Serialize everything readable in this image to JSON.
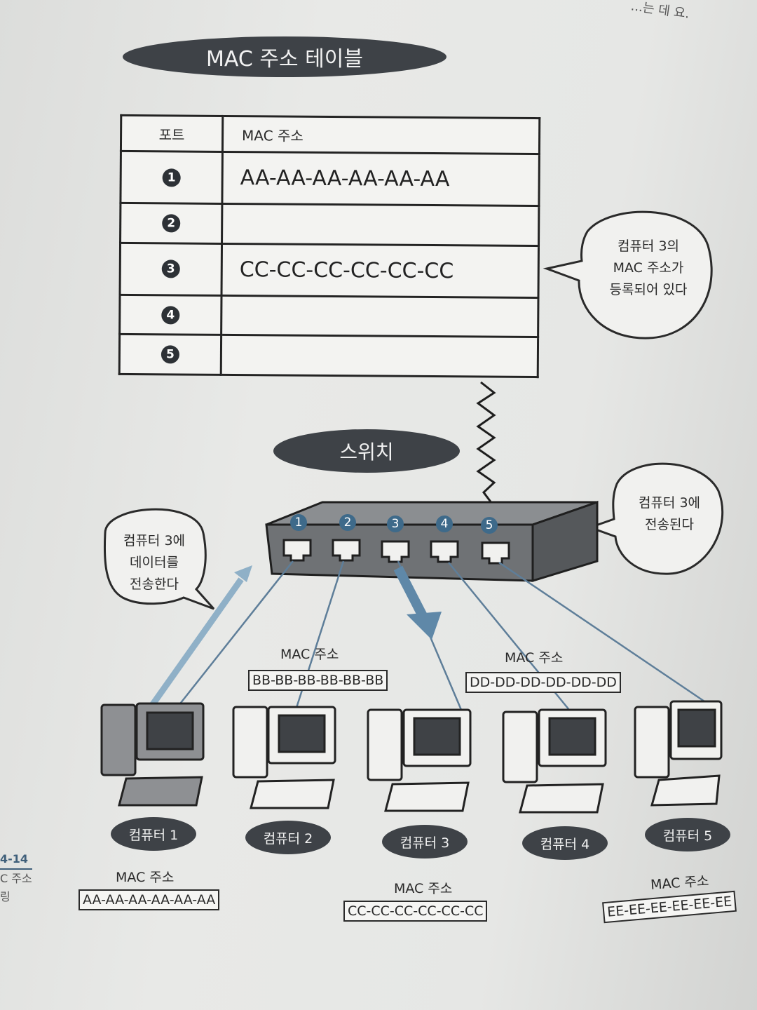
{
  "top_fragment": "...는 데 요.",
  "title": "MAC 주소 테이블",
  "table": {
    "headers": [
      "포트",
      "MAC 주소"
    ],
    "rows": [
      {
        "port": "1",
        "mac": "AA-AA-AA-AA-AA-AA"
      },
      {
        "port": "2",
        "mac": ""
      },
      {
        "port": "3",
        "mac": "CC-CC-CC-CC-CC-CC"
      },
      {
        "port": "4",
        "mac": ""
      },
      {
        "port": "5",
        "mac": ""
      }
    ]
  },
  "bubbles": {
    "registered": [
      "컴퓨터 3의",
      "MAC 주소가",
      "등록되어 있다"
    ],
    "send": [
      "컴퓨터 3에",
      "데이터를",
      "전송한다"
    ],
    "forwarded": [
      "컴퓨터 3에",
      "전송된다"
    ]
  },
  "switch_label": "스위치",
  "switch_ports": [
    "1",
    "2",
    "3",
    "4",
    "5"
  ],
  "mac_label": "MAC 주소",
  "computers": [
    {
      "name": "컴퓨터 1",
      "mac": "AA-AA-AA-AA-AA-AA"
    },
    {
      "name": "컴퓨터 2",
      "mac": "BB-BB-BB-BB-BB-BB"
    },
    {
      "name": "컴퓨터 3",
      "mac": "CC-CC-CC-CC-CC-CC"
    },
    {
      "name": "컴퓨터 4",
      "mac": "DD-DD-DD-DD-DD-DD"
    },
    {
      "name": "컴퓨터 5",
      "mac": "EE-EE-EE-EE-EE-EE"
    }
  ],
  "side_caption": [
    "4-14",
    "C 주소",
    "링"
  ],
  "colors": {
    "pill": "#3e4247",
    "link_line": "#5e7e99",
    "arrow": "#8fb0c7",
    "arrow_down": "#5f88a8",
    "switch_body": "#6f7275"
  }
}
